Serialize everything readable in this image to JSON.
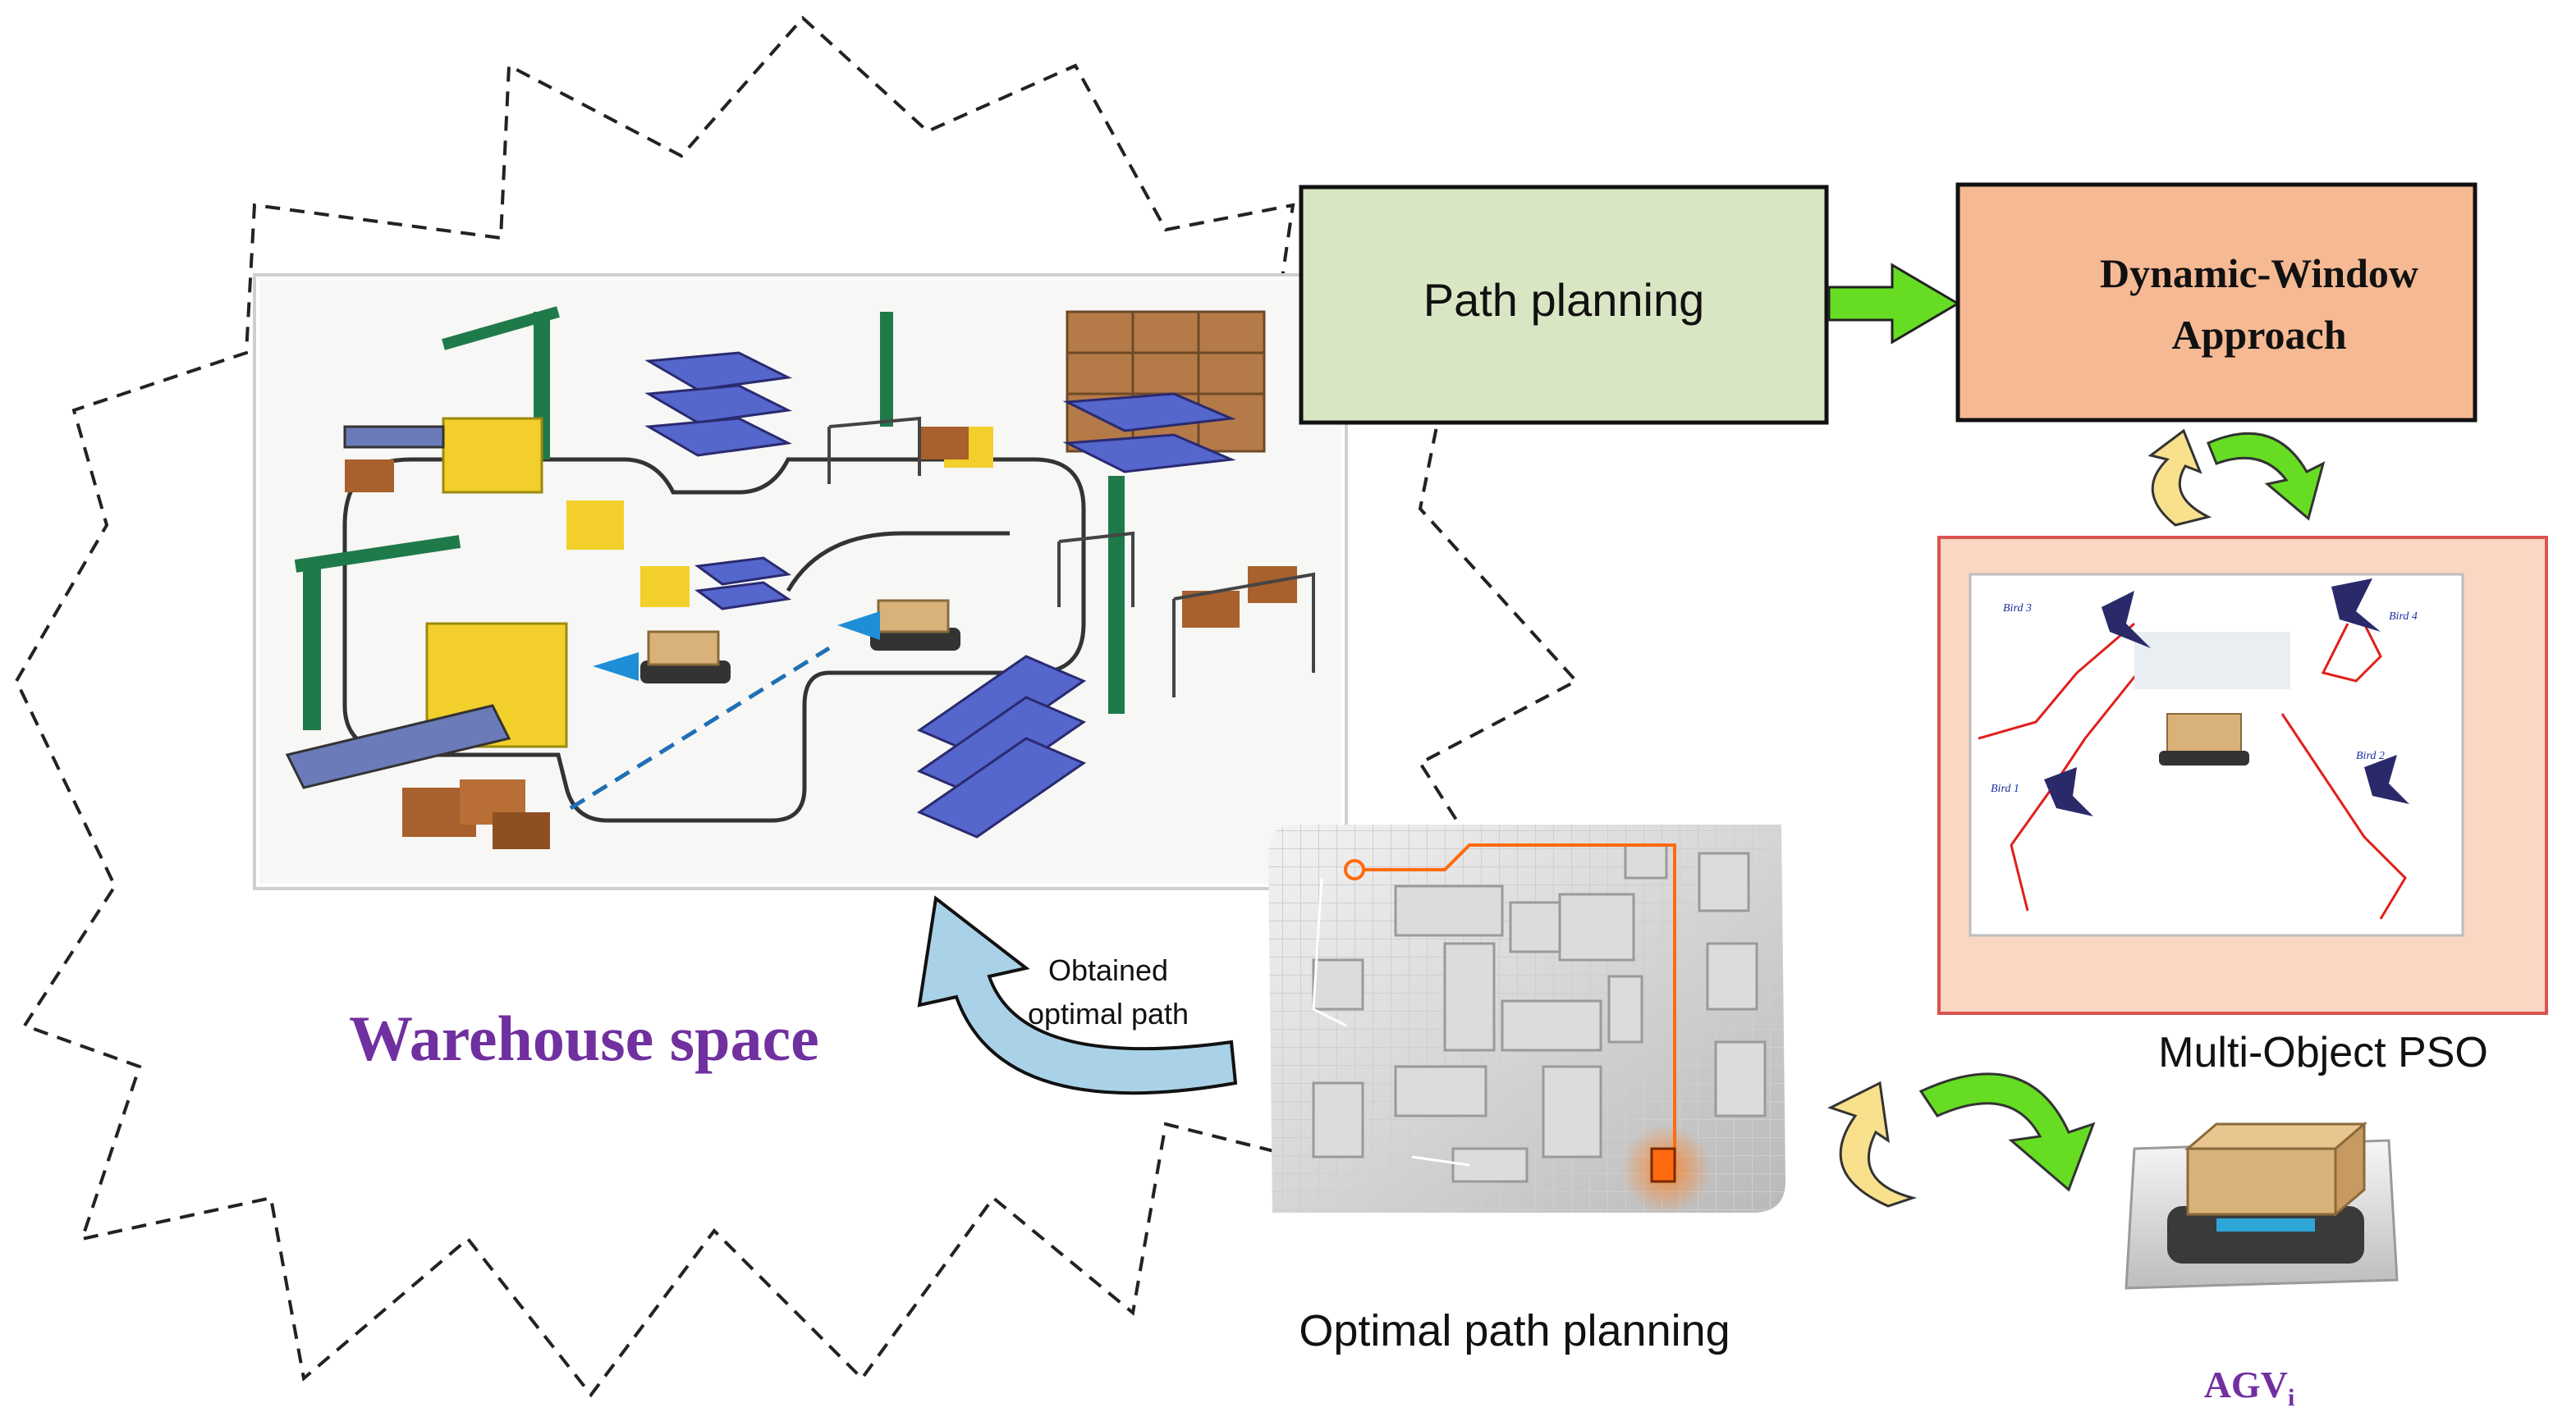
{
  "warehouse": {
    "title": "Warehouse space",
    "title_color": "#7030a0"
  },
  "path_planning": {
    "label": "Path planning",
    "fill": "#d9e6c3"
  },
  "dwa": {
    "line1": "Dynamic-Window",
    "line2": "Approach",
    "fill": "#f5b993"
  },
  "pso": {
    "caption": "Multi-Object PSO",
    "panel_fill": "#f9d7c3",
    "panel_border": "#d9534f",
    "birds": [
      "Bird 1",
      "Bird 2",
      "Bird 3",
      "Bird 4"
    ]
  },
  "optimal": {
    "caption": "Optimal path planning",
    "arrow_label_line1": "Obtained",
    "arrow_label_line2": "optimal path"
  },
  "agv": {
    "label_main": "AGV",
    "label_sub": "i",
    "label_color": "#7030a0"
  },
  "colors": {
    "green_arrow": "#66dd22",
    "yellow_arrow": "#f8e08c",
    "blue_arrow": "#a9d2e8"
  }
}
